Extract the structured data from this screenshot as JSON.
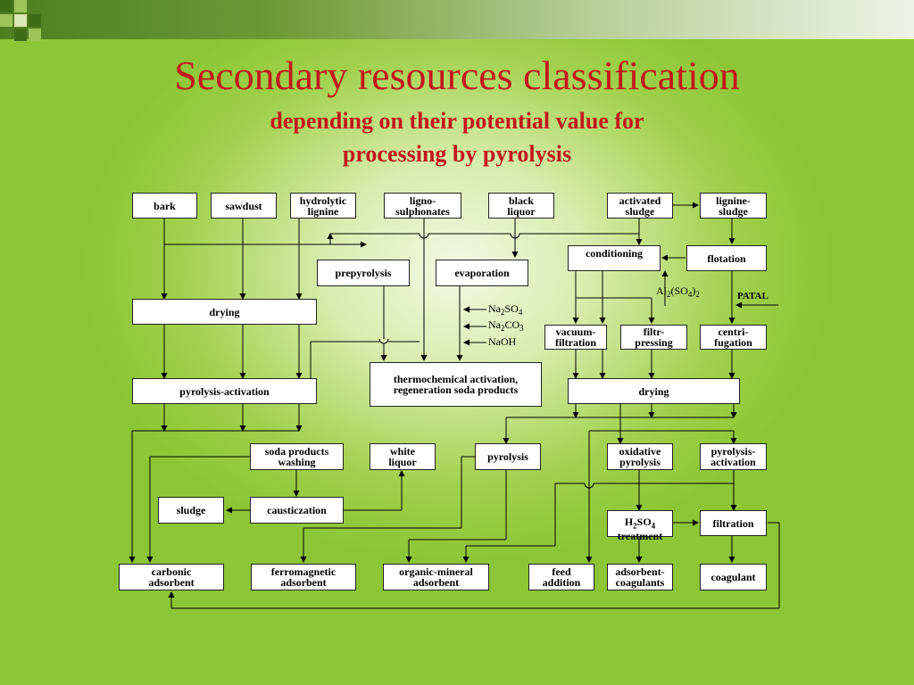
{
  "slide": {
    "title": "Secondary resources classification",
    "subtitle_line1": "depending on their potential value for",
    "subtitle_line2": "processing by pyrolysis"
  },
  "colors": {
    "title": "#c4161c",
    "background": "#9fd04a",
    "accent_bar": "#4f7f22"
  },
  "boxes": {
    "bark": "bark",
    "sawdust": "sawdust",
    "hydrolytic_lignine": "hydrolytic\nlignine",
    "ligno_sulphonates": "ligno-\nsulphonates",
    "black_liquor": "black\nliquor",
    "activated_sludge": "activated\nsludge",
    "lignine_sludge": "lignine-\nsludge",
    "conditioning": "conditioning",
    "flotation": "flotation",
    "prepyrolysis": "prepyrolysis",
    "evaporation": "evaporation",
    "drying_left": "drying",
    "vacuum_filtration": "vacuum-\nfiltration",
    "filtr_pressing": "filtr-\npressing",
    "centri_fugation": "centri-\nfugation",
    "pyrolysis_activation": "pyrolysis-activation",
    "thermochemical_activation": "thermochemical activation,\nregeneration soda products",
    "drying_right": "drying",
    "soda_products_washing": "soda products\nwashing",
    "white_liquor": "white\nliquor",
    "pyrolysis": "pyrolysis",
    "oxidative_pyrolysis": "oxidative\npyrolysis",
    "pyrolysis_activation_right": "pyrolysis-\nactivation",
    "sludge": "sludge",
    "causticzation": "causticzation",
    "filtration": "filtration",
    "carbonic_adsorbent": "carbonic\nadsorbent",
    "ferromagnetic_adsorbent": "ferromagnetic\nadsorbent",
    "organic_mineral_adsorbent": "organic-mineral\nadsorbent",
    "feed_addition": "feed\naddition",
    "adsorbent_coagulants": "adsorbent-\ncoagulants",
    "coagulant": "coagulant",
    "h2so4_treatment_label": "treatment"
  },
  "chemicals": {
    "na2so4": {
      "a": "Na",
      "b": "2",
      "c": "SO",
      "d": "4"
    },
    "na2co3": {
      "a": "Na",
      "b": "2",
      "c": "CO",
      "d": "3"
    },
    "naoh": "NaOH",
    "al2so43": {
      "a": "Al",
      "b": "2",
      "c": "(SO",
      "d": "4",
      "e": ")",
      "f": "2"
    },
    "patal": "PATAL",
    "h2so4": {
      "a": "H",
      "b": "2",
      "c": "SO",
      "d": "4"
    }
  }
}
